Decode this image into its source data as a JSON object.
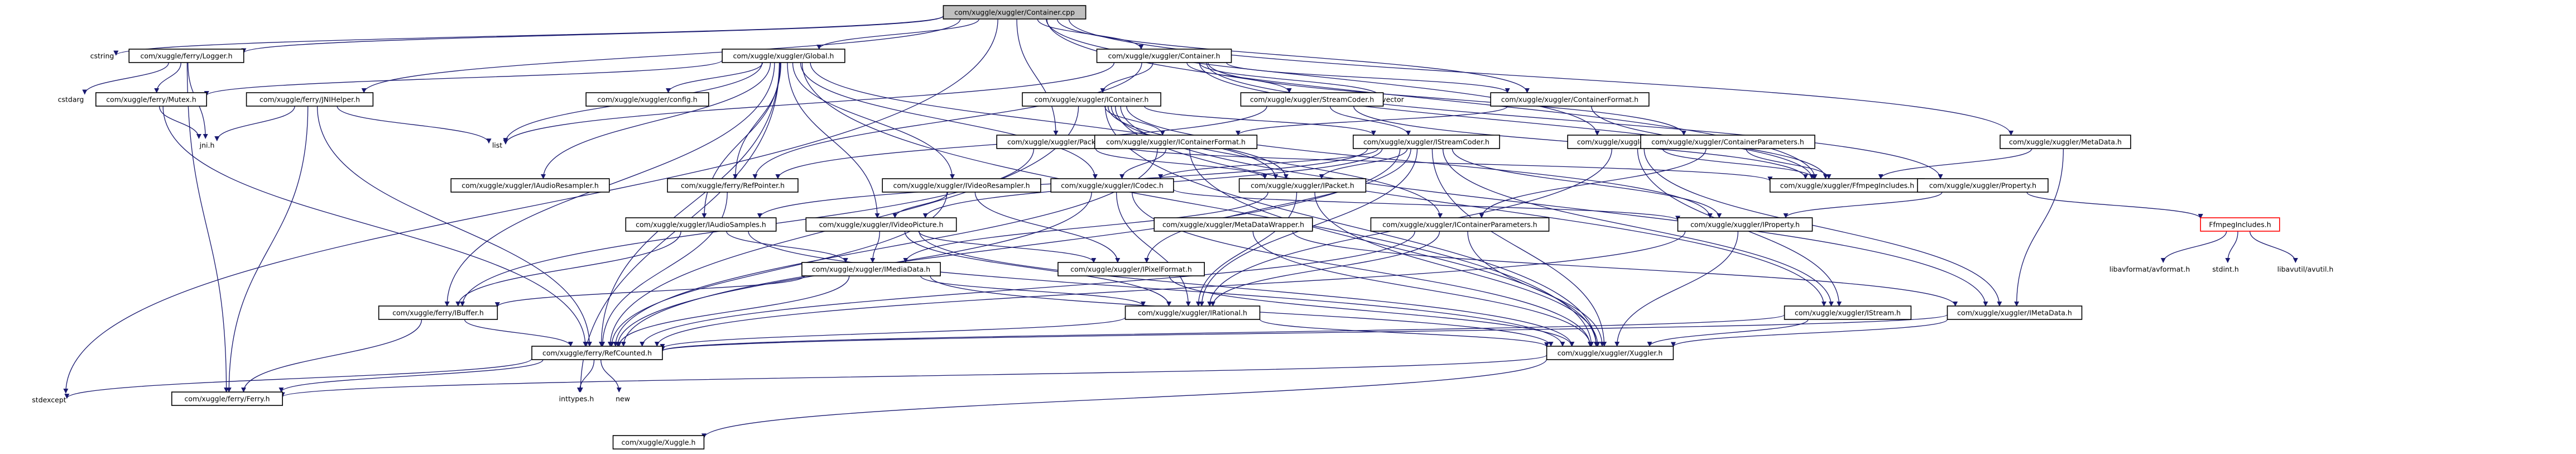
{
  "diagram": {
    "nodes": [
      {
        "id": "root",
        "label": "com/xuggle/xuggler/Container.cpp",
        "boxed": true,
        "root": true
      },
      {
        "id": "cstring",
        "label": "cstring",
        "boxed": false
      },
      {
        "id": "logger",
        "label": "com/xuggle/ferry/Logger.h",
        "boxed": true
      },
      {
        "id": "cstdarg",
        "label": "cstdarg",
        "boxed": false
      },
      {
        "id": "mutex",
        "label": "com/xuggle/ferry/Mutex.h",
        "boxed": true
      },
      {
        "id": "jnih",
        "label": "jni.h",
        "boxed": false
      },
      {
        "id": "jnihelper",
        "label": "com/xuggle/ferry/JNIHelper.h",
        "boxed": true
      },
      {
        "id": "stdexcept",
        "label": "stdexcept",
        "boxed": false
      },
      {
        "id": "global",
        "label": "com/xuggle/xuggler/Global.h",
        "boxed": true
      },
      {
        "id": "config",
        "label": "com/xuggle/xuggler/config.h",
        "boxed": true
      },
      {
        "id": "list",
        "label": "list",
        "boxed": false
      },
      {
        "id": "iaudioresampler",
        "label": "com/xuggle/xuggler/IAudioResampler.h",
        "boxed": true
      },
      {
        "id": "container",
        "label": "com/xuggle/xuggler/Container.h",
        "boxed": true
      },
      {
        "id": "vector",
        "label": "vector",
        "boxed": false
      },
      {
        "id": "icontainer",
        "label": "com/xuggle/xuggler/IContainer.h",
        "boxed": true
      },
      {
        "id": "streamcoder",
        "label": "com/xuggle/xuggler/StreamCoder.h",
        "boxed": true
      },
      {
        "id": "containerformat",
        "label": "com/xuggle/xuggler/ContainerFormat.h",
        "boxed": true
      },
      {
        "id": "metadata",
        "label": "com/xuggle/xuggler/MetaData.h",
        "boxed": true
      },
      {
        "id": "packet",
        "label": "com/xuggle/xuggler/Packet.h",
        "boxed": true
      },
      {
        "id": "icontainerformat",
        "label": "com/xuggle/xuggler/IContainerFormat.h",
        "boxed": true
      },
      {
        "id": "istreamcoder",
        "label": "com/xuggle/xuggler/IStreamCoder.h",
        "boxed": true
      },
      {
        "id": "stream",
        "label": "com/xuggle/xuggler/Stream.h",
        "boxed": true
      },
      {
        "id": "containerparameters",
        "label": "com/xuggle/xuggler/ContainerParameters.h",
        "boxed": true
      },
      {
        "id": "ffmpegincludes",
        "label": "com/xuggle/xuggler/FfmpegIncludes.h",
        "boxed": true
      },
      {
        "id": "property",
        "label": "com/xuggle/xuggler/Property.h",
        "boxed": true
      },
      {
        "id": "refpointer",
        "label": "com/xuggle/ferry/RefPointer.h",
        "boxed": true
      },
      {
        "id": "ivideoresampler",
        "label": "com/xuggle/xuggler/IVideoResampler.h",
        "boxed": true
      },
      {
        "id": "icodec",
        "label": "com/xuggle/xuggler/ICodec.h",
        "boxed": true
      },
      {
        "id": "ipacket",
        "label": "com/xuggle/xuggler/IPacket.h",
        "boxed": true
      },
      {
        "id": "iaudiosamples",
        "label": "com/xuggle/xuggler/IAudioSamples.h",
        "boxed": true
      },
      {
        "id": "ivideopicture",
        "label": "com/xuggle/xuggler/IVideoPicture.h",
        "boxed": true
      },
      {
        "id": "metadatawrapper",
        "label": "com/xuggle/xuggler/MetaDataWrapper.h",
        "boxed": true
      },
      {
        "id": "icontainerparameters",
        "label": "com/xuggle/xuggler/IContainerParameters.h",
        "boxed": true
      },
      {
        "id": "iproperty",
        "label": "com/xuggle/xuggler/IProperty.h",
        "boxed": true
      },
      {
        "id": "ffmpegincludes2",
        "label": "FfmpegIncludes.h",
        "boxed": true,
        "red": true
      },
      {
        "id": "avformat",
        "label": "libavformat/avformat.h",
        "boxed": false
      },
      {
        "id": "stdint",
        "label": "stdint.h",
        "boxed": false
      },
      {
        "id": "avutil",
        "label": "libavutil/avutil.h",
        "boxed": false
      },
      {
        "id": "imediadata",
        "label": "com/xuggle/xuggler/IMediaData.h",
        "boxed": true
      },
      {
        "id": "ipixelformat",
        "label": "com/xuggle/xuggler/IPixelFormat.h",
        "boxed": true
      },
      {
        "id": "ibuffer",
        "label": "com/xuggle/ferry/IBuffer.h",
        "boxed": true
      },
      {
        "id": "irational",
        "label": "com/xuggle/xuggler/IRational.h",
        "boxed": true
      },
      {
        "id": "istream",
        "label": "com/xuggle/xuggler/IStream.h",
        "boxed": true
      },
      {
        "id": "imetadata",
        "label": "com/xuggle/xuggler/IMetaData.h",
        "boxed": true
      },
      {
        "id": "refcounted",
        "label": "com/xuggle/ferry/RefCounted.h",
        "boxed": true
      },
      {
        "id": "xuggler",
        "label": "com/xuggle/xuggler/Xuggler.h",
        "boxed": true
      },
      {
        "id": "inttypes",
        "label": "inttypes.h",
        "boxed": false
      },
      {
        "id": "newh",
        "label": "new",
        "boxed": false
      },
      {
        "id": "ferry",
        "label": "com/xuggle/ferry/Ferry.h",
        "boxed": true
      },
      {
        "id": "xuggleh",
        "label": "com/xuggle/Xuggle.h",
        "boxed": true
      }
    ],
    "edges": [
      [
        "root",
        "cstring"
      ],
      [
        "root",
        "logger"
      ],
      [
        "root",
        "stdexcept"
      ],
      [
        "root",
        "jnihelper"
      ],
      [
        "root",
        "global"
      ],
      [
        "root",
        "container"
      ],
      [
        "root",
        "packet"
      ],
      [
        "root",
        "containerformat"
      ],
      [
        "root",
        "stream"
      ],
      [
        "root",
        "metadata"
      ],
      [
        "root",
        "ffmpegincludes"
      ],
      [
        "logger",
        "cstdarg"
      ],
      [
        "logger",
        "mutex"
      ],
      [
        "logger",
        "jnih"
      ],
      [
        "logger",
        "ferry"
      ],
      [
        "mutex",
        "jnih"
      ],
      [
        "mutex",
        "refcounted"
      ],
      [
        "jnihelper",
        "jnih"
      ],
      [
        "jnihelper",
        "list"
      ],
      [
        "jnihelper",
        "ferry"
      ],
      [
        "jnihelper",
        "refcounted"
      ],
      [
        "global",
        "mutex"
      ],
      [
        "global",
        "config"
      ],
      [
        "global",
        "list"
      ],
      [
        "global",
        "iaudioresampler"
      ],
      [
        "global",
        "refpointer"
      ],
      [
        "global",
        "ivideoresampler"
      ],
      [
        "global",
        "iaudiosamples"
      ],
      [
        "global",
        "ivideopicture"
      ],
      [
        "global",
        "inttypes"
      ],
      [
        "global",
        "ibuffer"
      ],
      [
        "global",
        "refcounted"
      ],
      [
        "global",
        "xuggler"
      ],
      [
        "global",
        "icodec"
      ],
      [
        "global",
        "ipacket"
      ],
      [
        "container",
        "vector"
      ],
      [
        "container",
        "list"
      ],
      [
        "container",
        "icontainer"
      ],
      [
        "container",
        "streamcoder"
      ],
      [
        "container",
        "containerformat"
      ],
      [
        "container",
        "containerparameters"
      ],
      [
        "container",
        "refpointer"
      ],
      [
        "container",
        "ffmpegincludes"
      ],
      [
        "container",
        "property"
      ],
      [
        "icontainer",
        "icontainerformat"
      ],
      [
        "icontainer",
        "istreamcoder"
      ],
      [
        "icontainer",
        "icontainerparameters"
      ],
      [
        "icontainer",
        "ipacket"
      ],
      [
        "icontainer",
        "iproperty"
      ],
      [
        "icontainer",
        "refcounted"
      ],
      [
        "icontainer",
        "xuggler"
      ],
      [
        "icontainer",
        "imetadata"
      ],
      [
        "icontainer",
        "istream"
      ],
      [
        "streamcoder",
        "istreamcoder"
      ],
      [
        "streamcoder",
        "refpointer"
      ],
      [
        "streamcoder",
        "ffmpegincludes"
      ],
      [
        "containerformat",
        "icontainerformat"
      ],
      [
        "containerformat",
        "ffmpegincludes"
      ],
      [
        "metadata",
        "imetadata"
      ],
      [
        "metadata",
        "ffmpegincludes"
      ],
      [
        "packet",
        "ipacket"
      ],
      [
        "packet",
        "ibuffer"
      ],
      [
        "packet",
        "ffmpegincludes"
      ],
      [
        "icontainerformat",
        "icodec"
      ],
      [
        "icontainerformat",
        "refcounted"
      ],
      [
        "icontainerformat",
        "xuggler"
      ],
      [
        "istreamcoder",
        "icodec"
      ],
      [
        "istreamcoder",
        "ipacket"
      ],
      [
        "istreamcoder",
        "iaudiosamples"
      ],
      [
        "istreamcoder",
        "ivideopicture"
      ],
      [
        "istreamcoder",
        "irational"
      ],
      [
        "istreamcoder",
        "ipixelformat"
      ],
      [
        "istreamcoder",
        "istream"
      ],
      [
        "istreamcoder",
        "iproperty"
      ],
      [
        "istreamcoder",
        "refcounted"
      ],
      [
        "istreamcoder",
        "xuggler"
      ],
      [
        "stream",
        "istream"
      ],
      [
        "stream",
        "ffmpegincludes"
      ],
      [
        "stream",
        "irational"
      ],
      [
        "stream",
        "imetadata"
      ],
      [
        "containerparameters",
        "icontainerparameters"
      ],
      [
        "containerparameters",
        "ffmpegincludes"
      ],
      [
        "property",
        "iproperty"
      ],
      [
        "property",
        "ffmpegincludes2"
      ],
      [
        "ffmpegincludes2",
        "avformat"
      ],
      [
        "ffmpegincludes2",
        "stdint"
      ],
      [
        "ffmpegincludes2",
        "avutil"
      ],
      [
        "refpointer",
        "refcounted"
      ],
      [
        "ivideoresampler",
        "ivideopicture"
      ],
      [
        "ivideoresampler",
        "ipixelformat"
      ],
      [
        "ivideoresampler",
        "refcounted"
      ],
      [
        "icodec",
        "refcounted"
      ],
      [
        "icodec",
        "xuggler"
      ],
      [
        "icodec",
        "irational"
      ],
      [
        "icodec",
        "iproperty"
      ],
      [
        "ipacket",
        "imediadata"
      ],
      [
        "ipacket",
        "irational"
      ],
      [
        "ipacket",
        "xuggler"
      ],
      [
        "iaudiosamples",
        "imediadata"
      ],
      [
        "iaudiosamples",
        "ibuffer"
      ],
      [
        "iaudiosamples",
        "xuggler"
      ],
      [
        "ivideopicture",
        "imediadata"
      ],
      [
        "ivideopicture",
        "ipixelformat"
      ],
      [
        "ivideopicture",
        "irational"
      ],
      [
        "ivideopicture",
        "xuggler"
      ],
      [
        "metadatawrapper",
        "imetadata"
      ],
      [
        "metadatawrapper",
        "xuggler"
      ],
      [
        "icontainerparameters",
        "irational"
      ],
      [
        "icontainerparameters",
        "xuggler"
      ],
      [
        "icontainerparameters",
        "refcounted"
      ],
      [
        "iproperty",
        "xuggler"
      ],
      [
        "iproperty",
        "refcounted"
      ],
      [
        "imediadata",
        "ibuffer"
      ],
      [
        "imediadata",
        "irational"
      ],
      [
        "imediadata",
        "refcounted"
      ],
      [
        "imediadata",
        "xuggler"
      ],
      [
        "ipixelformat",
        "xuggler"
      ],
      [
        "ibuffer",
        "refcounted"
      ],
      [
        "ibuffer",
        "ferry"
      ],
      [
        "irational",
        "refcounted"
      ],
      [
        "irational",
        "xuggler"
      ],
      [
        "istream",
        "refcounted"
      ],
      [
        "istream",
        "xuggler"
      ],
      [
        "imetadata",
        "refcounted"
      ],
      [
        "imetadata",
        "xuggler"
      ],
      [
        "refcounted",
        "inttypes"
      ],
      [
        "refcounted",
        "newh"
      ],
      [
        "refcounted",
        "ferry"
      ],
      [
        "refcounted",
        "stdexcept"
      ],
      [
        "xuggler",
        "xuggleh"
      ],
      [
        "xuggler",
        "ferry"
      ]
    ]
  }
}
